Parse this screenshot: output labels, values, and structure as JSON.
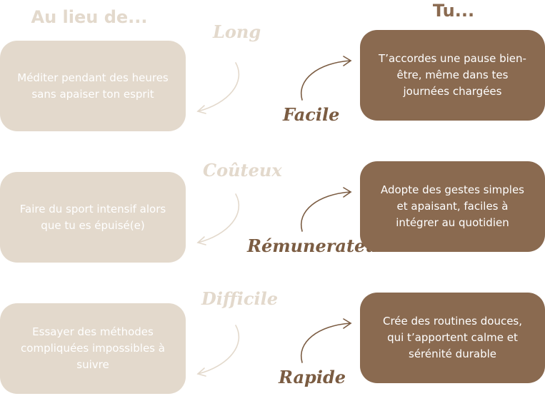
{
  "headings": {
    "instead_of": "Au lieu de...",
    "you": "Tu..."
  },
  "rows": [
    {
      "problem": "Méditer pendant des heures sans apaiser ton esprit",
      "negative_word": "Long",
      "positive_word": "Facile",
      "solution": "T’accordes une pause bien-être, même dans tes journées chargées"
    },
    {
      "problem": "Faire du sport intensif alors que tu es épuisé(e)",
      "negative_word": "Coûteux",
      "positive_word": "Rémunerateur",
      "solution": "Adopte des gestes simples et apaisant, faciles à intégrer au quotidien"
    },
    {
      "problem": "Essayer des méthodes compliquées impossibles à suivre",
      "negative_word": "Difficile",
      "positive_word": "Rapide",
      "solution": "Crée des routines douces, qui t’apportent calme et sérénité durable"
    }
  ],
  "colors": {
    "light_beige": "#e3d9cc",
    "brown": "#8a6a50",
    "dark_brown_text": "#7b5c42"
  }
}
